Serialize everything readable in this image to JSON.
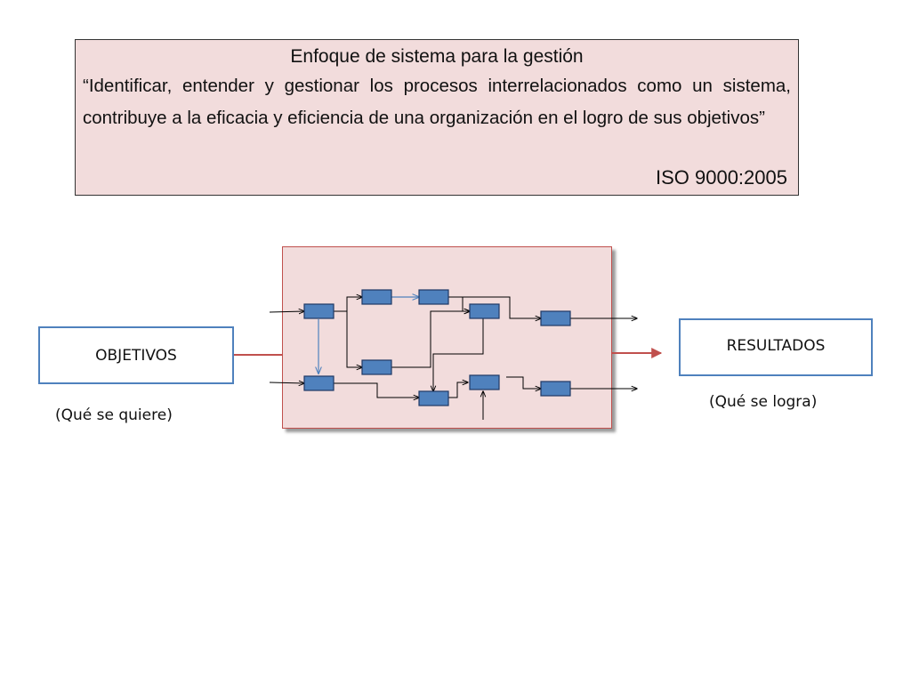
{
  "quote": {
    "title": "Enfoque de sistema para la gestión",
    "body": "“Identificar, entender y gestionar los procesos interrelacionados como un sistema, contribuye a la eficacia y eficiencia de una organización en el logro de sus objetivos”",
    "source": "ISO 9000:2005"
  },
  "input": {
    "label": "OBJETIVOS",
    "caption": "(Qué se quiere)"
  },
  "output": {
    "label": "RESULTADOS",
    "caption": "(Qué se logra)"
  },
  "colors": {
    "system_fill": "#f2dcdc",
    "system_border": "#c0504d",
    "process_fill": "#4f81bd",
    "process_border": "#1f3864",
    "side_border": "#4f81bd",
    "main_arrow": "#c0504d"
  }
}
